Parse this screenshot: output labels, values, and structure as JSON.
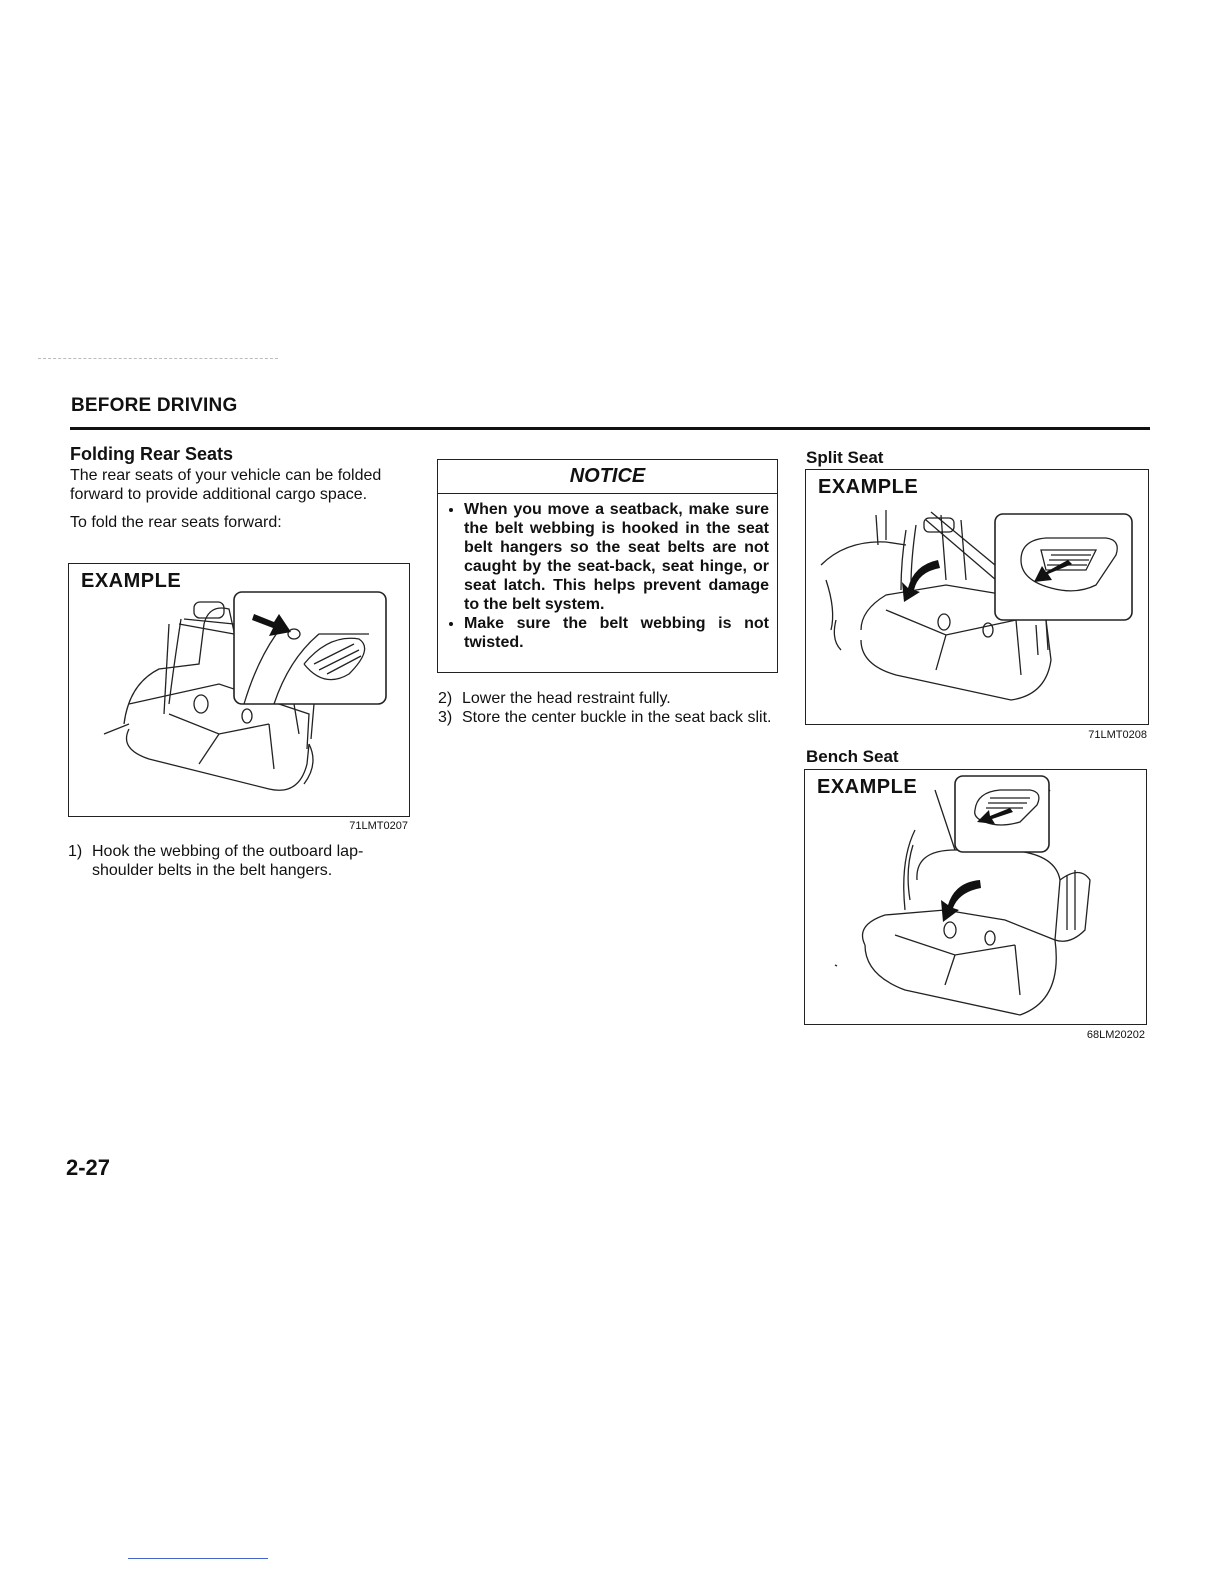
{
  "header": {
    "section_title": "BEFORE DRIVING"
  },
  "left_column": {
    "heading": "Folding Rear Seats",
    "intro": "The rear seats of your vehicle can be folded forward to provide additional cargo space.",
    "lead_in": "To fold the rear seats forward:",
    "figure": {
      "label": "EXAMPLE",
      "code": "71LMT0207"
    },
    "steps": [
      {
        "num": "1)",
        "text": "Hook the webbing of the outboard lap-shoulder belts in the belt hangers."
      }
    ]
  },
  "middle_column": {
    "notice": {
      "title": "NOTICE",
      "items": [
        "When you move a seatback, make sure the belt webbing is hooked in the seat belt hangers so the seat belts are not caught by the seat-back, seat hinge, or seat latch. This helps prevent damage to the belt system.",
        "Make sure the belt webbing is not twisted."
      ]
    },
    "steps": [
      {
        "num": "2)",
        "text": "Lower the head restraint fully."
      },
      {
        "num": "3)",
        "text": "Store the center buckle in the seat back slit."
      }
    ]
  },
  "right_column": {
    "split_seat": {
      "heading": "Split Seat",
      "label": "EXAMPLE",
      "code": "71LMT0208"
    },
    "bench_seat": {
      "heading": "Bench Seat",
      "label": "EXAMPLE",
      "code": "68LM20202"
    }
  },
  "footer": {
    "page_number": "2-27"
  }
}
